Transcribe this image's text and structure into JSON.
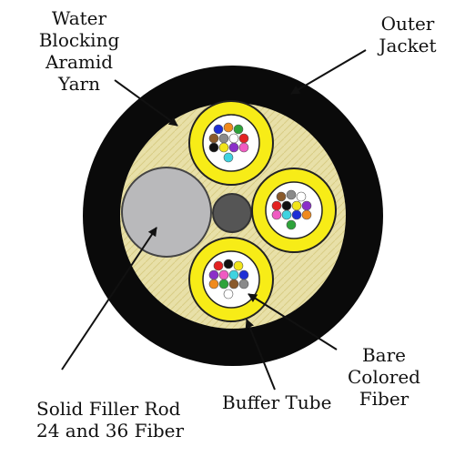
{
  "labels": {
    "water_blocking": [
      "Water",
      "Blocking",
      "Aramid",
      "Yarn"
    ],
    "outer_jacket": [
      "Outer",
      "Jacket"
    ],
    "bare_fiber": [
      "Bare",
      "Colored",
      "Fiber"
    ],
    "buffer_tube": "Buffer Tube",
    "filler_rod": [
      "Solid Filler Rod",
      "24 and 36 Fiber"
    ]
  },
  "colors": {
    "jacket": "#0a0a0a",
    "yarn": "#e8e0a8",
    "buffer_tube": "#f7ec17",
    "filler_rod": "#b9b9bb",
    "center_member": "#555555",
    "fiber_palette": [
      "#1e2fd6",
      "#f08a1c",
      "#2ea33a",
      "#8a5a2b",
      "#8a8a8a",
      "#ffffff",
      "#e32222",
      "#111111",
      "#f2e51a",
      "#8b2fc9",
      "#f05bc2",
      "#3fd3e0"
    ]
  },
  "fibers_per_tube": 12
}
